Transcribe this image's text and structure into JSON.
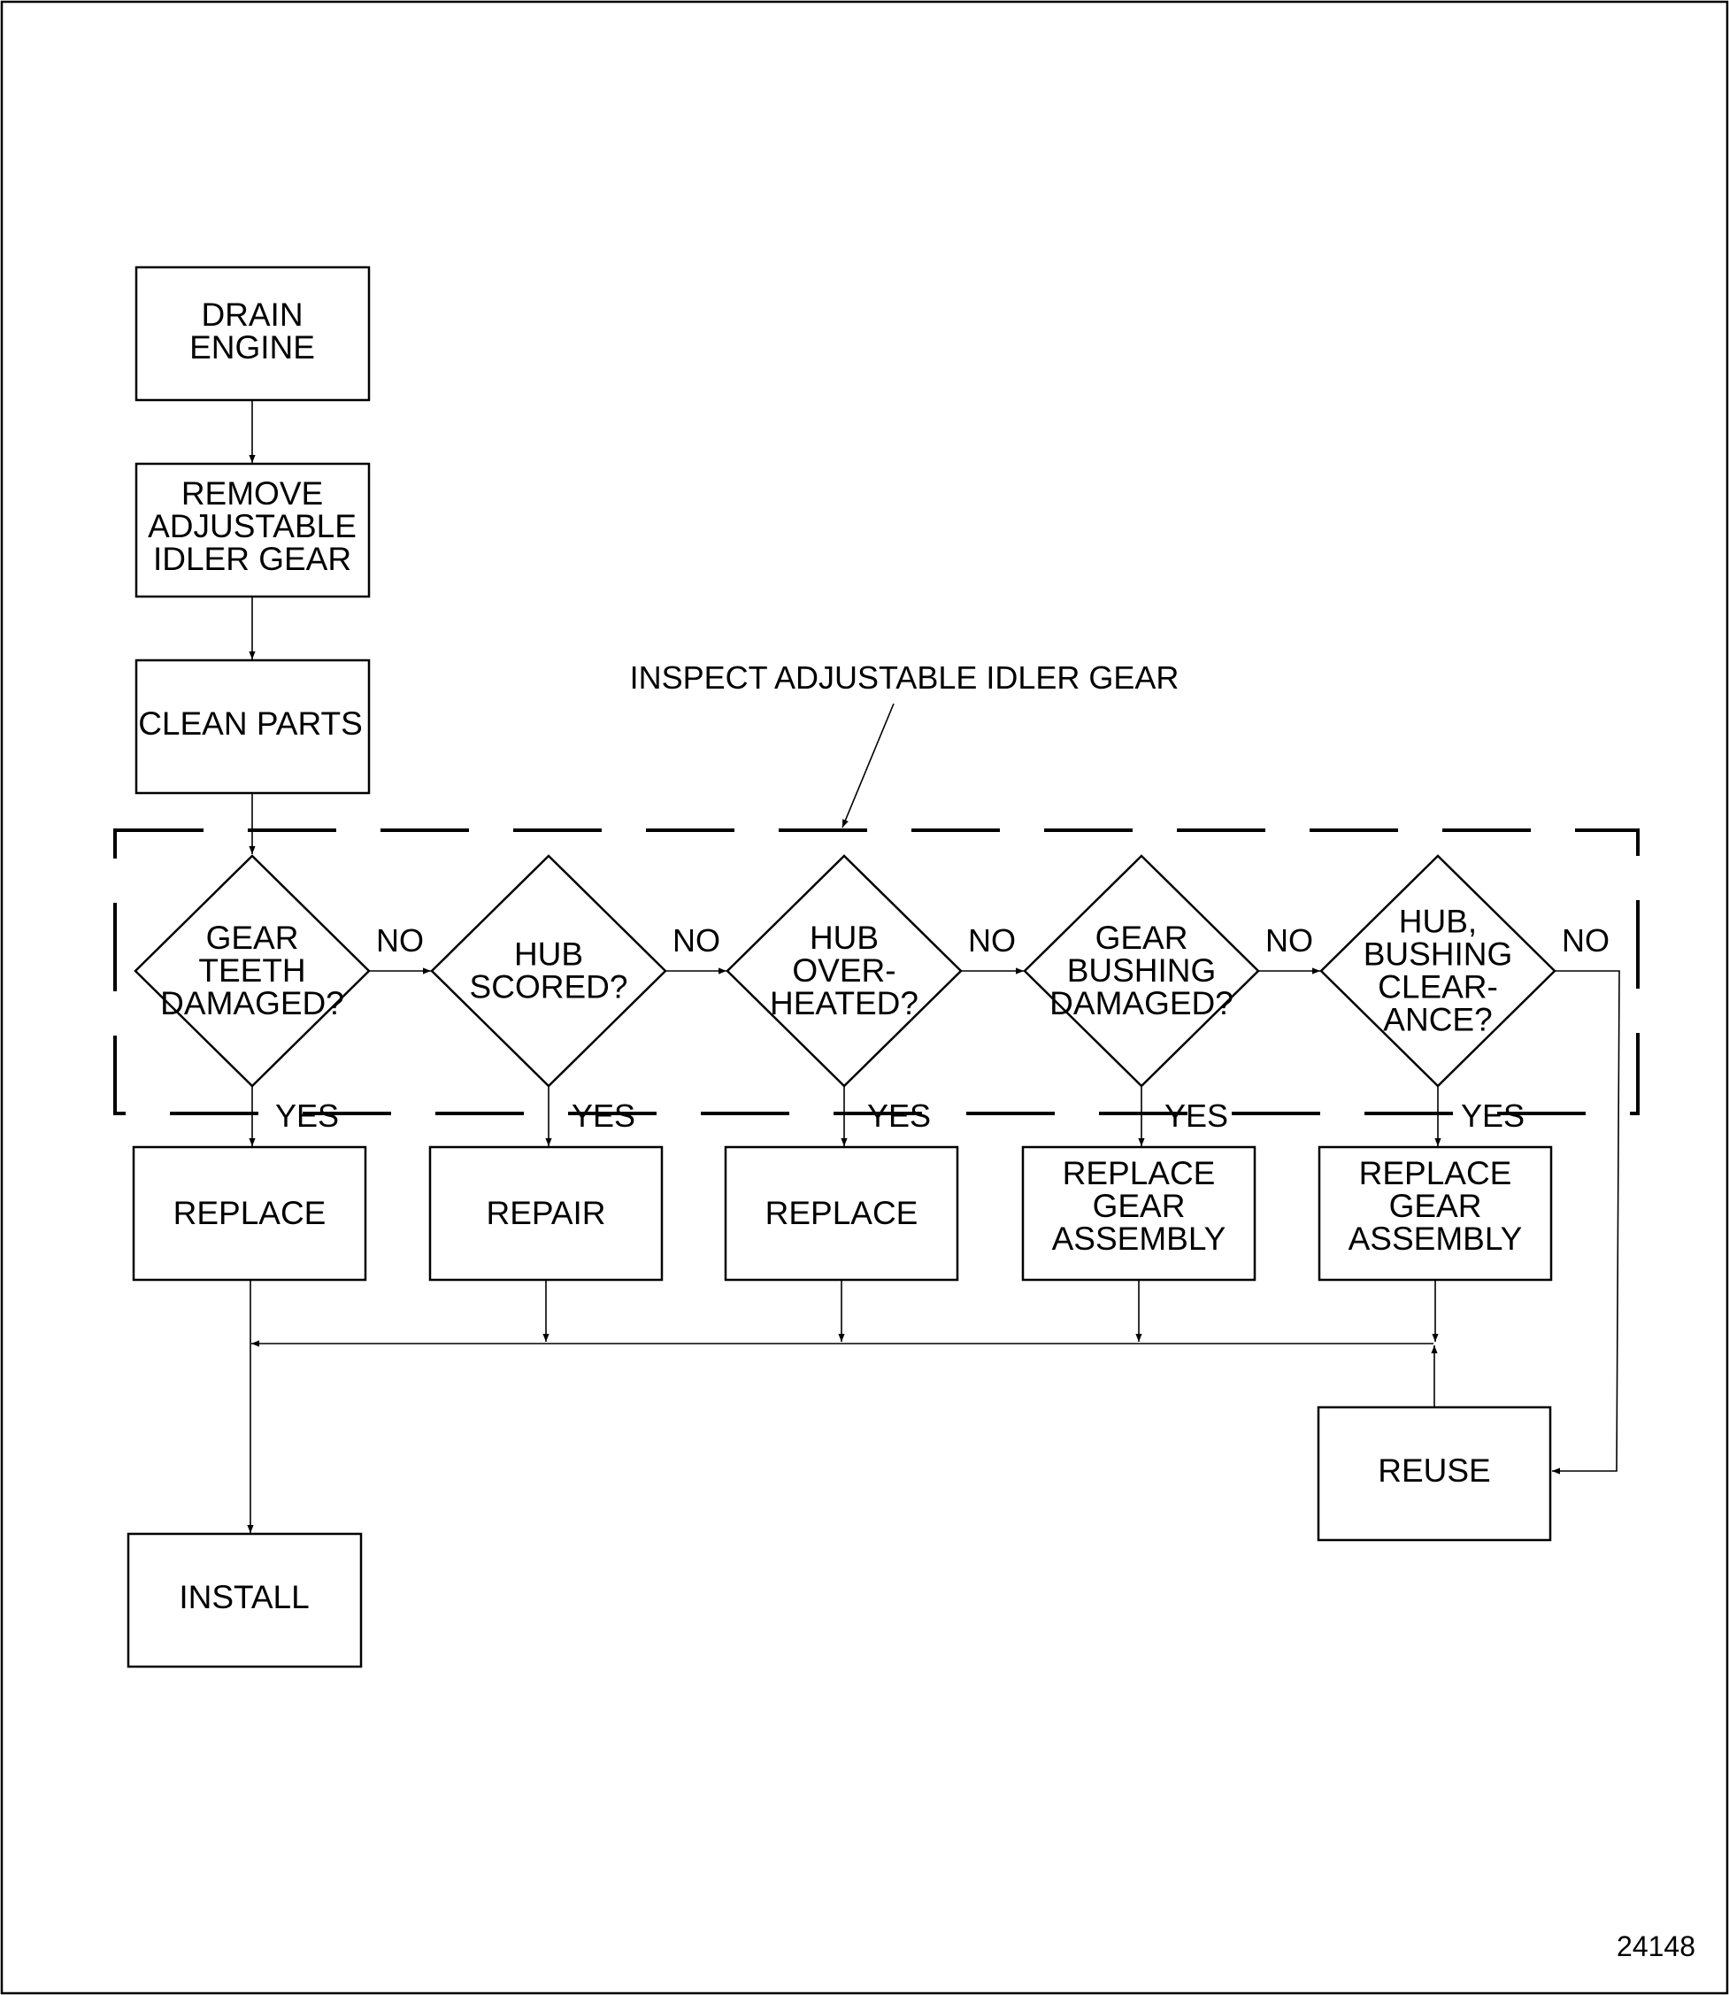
{
  "figure_number": "24148",
  "group_label": "INSPECT ADJUSTABLE IDLER GEAR",
  "steps": {
    "drain": [
      "DRAIN",
      "ENGINE"
    ],
    "remove": [
      "REMOVE",
      "ADJUSTABLE",
      "IDLER GEAR"
    ],
    "clean": [
      "CLEAN PARTS"
    ],
    "install": [
      "INSTALL"
    ],
    "reuse": [
      "REUSE"
    ]
  },
  "decisions": [
    {
      "question": [
        "GEAR",
        "TEETH",
        "DAMAGED?"
      ],
      "no": "NO",
      "yes": "YES",
      "action": [
        "REPLACE"
      ]
    },
    {
      "question": [
        "HUB",
        "SCORED?"
      ],
      "no": "NO",
      "yes": "YES",
      "action": [
        "REPAIR"
      ]
    },
    {
      "question": [
        "HUB",
        "OVER-",
        "HEATED?"
      ],
      "no": "NO",
      "yes": "YES",
      "action": [
        "REPLACE"
      ]
    },
    {
      "question": [
        "GEAR",
        "BUSHING",
        "DAMAGED?"
      ],
      "no": "NO",
      "yes": "YES",
      "action": [
        "REPLACE",
        "GEAR",
        "ASSEMBLY"
      ]
    },
    {
      "question": [
        "HUB,",
        "BUSHING",
        "CLEAR-",
        "ANCE?"
      ],
      "no": "NO",
      "yes": "YES",
      "action": [
        "REPLACE",
        "GEAR",
        "ASSEMBLY"
      ]
    }
  ]
}
